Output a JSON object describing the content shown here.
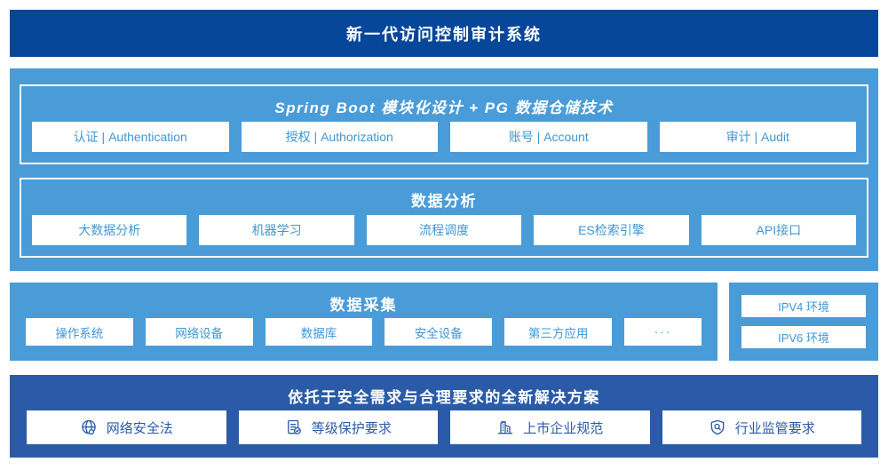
{
  "banner": {
    "title": "新一代访问控制审计系统"
  },
  "colors": {
    "banner_bg": "#07479a",
    "section_blue": "#4a9cd8",
    "cell_text_blue": "#3e97d6",
    "bottom_bg": "#2b5ba8",
    "cell_bg": "#ffffff"
  },
  "platform": {
    "title": "Spring Boot 模块化设计 + PG 数据仓储技术",
    "modules": [
      "认证 | Authentication",
      "授权 | Authorization",
      "账号 | Account",
      "审计 | Audit"
    ]
  },
  "analysis": {
    "title": "数据分析",
    "modules": [
      "大数据分析",
      "机器学习",
      "流程调度",
      "ES检索引擎",
      "API接口"
    ]
  },
  "collection": {
    "title": "数据采集",
    "modules": [
      "操作系统",
      "网络设备",
      "数据库",
      "安全设备",
      "第三方应用",
      "···"
    ]
  },
  "environments": {
    "items": [
      "IPV4 环境",
      "IPV6 环境"
    ]
  },
  "solution": {
    "title": "依托于安全需求与合理要求的全新解决方案",
    "items": [
      {
        "icon": "globe-icon",
        "label": "网络安全法"
      },
      {
        "icon": "document-check-icon",
        "label": "等级保护要求"
      },
      {
        "icon": "building-icon",
        "label": "上市企业规范"
      },
      {
        "icon": "shield-search-icon",
        "label": "行业监管要求"
      }
    ]
  }
}
